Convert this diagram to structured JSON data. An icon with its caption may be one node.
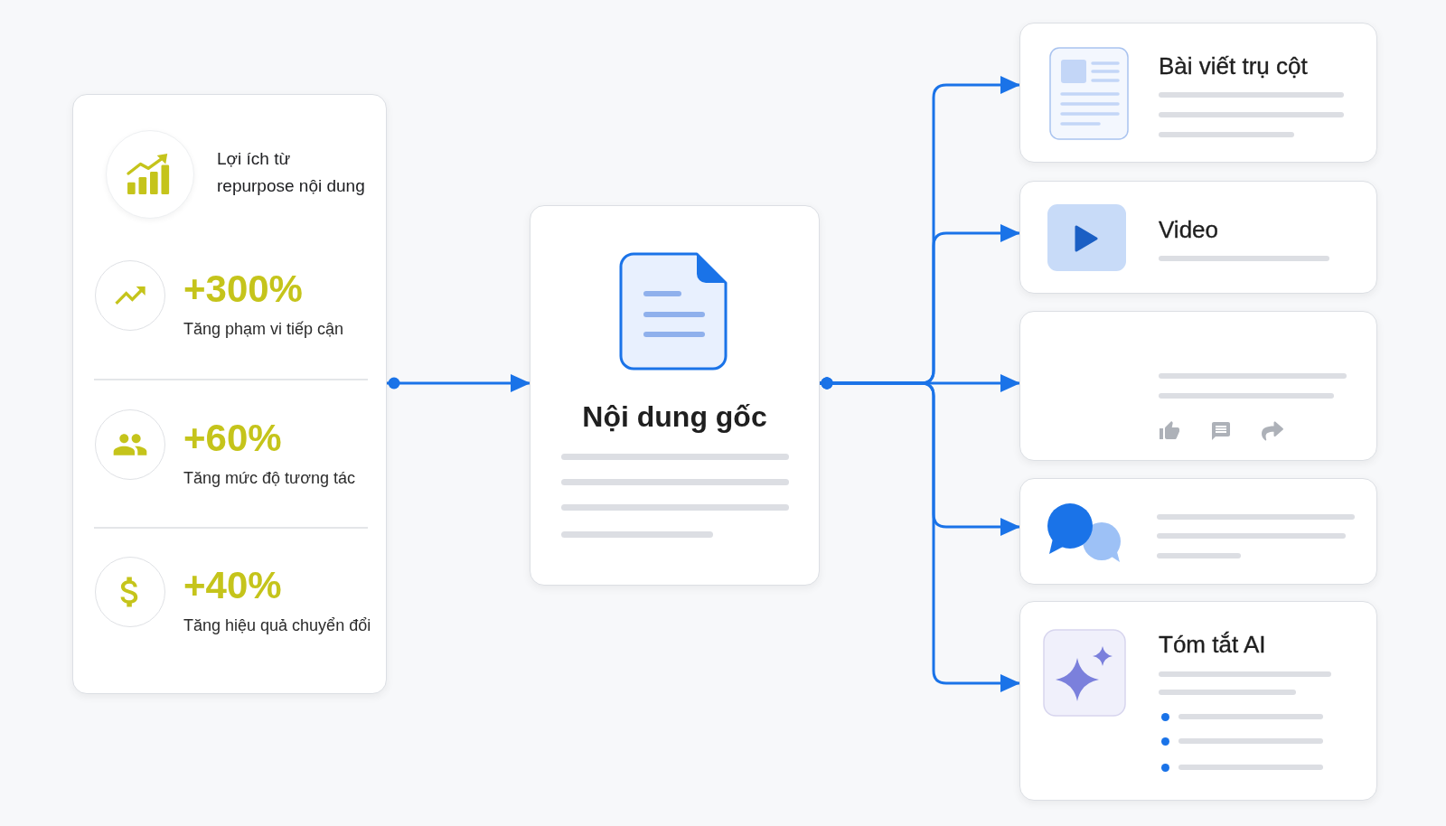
{
  "diagram": {
    "nodes": [
      {
        "text": [
          "Lợi ích từ repurpose nội dung",
          "+300%",
          "Tăng phạm vi tiếp cận",
          "+60%",
          "Tăng mức độ tương tác",
          "+40%",
          "Tăng hiệu quả chuyển đổi"
        ]
      },
      {
        "text": [
          "Nội dung gốc"
        ]
      },
      {
        "text": [
          "Bài viết trụ cột"
        ]
      },
      {
        "text": [
          "Video"
        ]
      },
      {
        "text": [],
        "shape": "box"
      },
      {
        "text": [],
        "shape": "box"
      },
      {
        "text": [
          "Tóm tắt AI"
        ]
      }
    ],
    "edges": [
      {
        "from": 0,
        "to": 1,
        "arrow": "to"
      },
      {
        "from": 1,
        "to": 2,
        "arrow": "to"
      },
      {
        "from": 1,
        "to": 3,
        "arrow": "to"
      },
      {
        "from": 1,
        "to": 4,
        "arrow": "to"
      },
      {
        "from": 1,
        "to": 5,
        "arrow": "to"
      },
      {
        "from": 1,
        "to": 6,
        "arrow": "to"
      }
    ]
  }
}
